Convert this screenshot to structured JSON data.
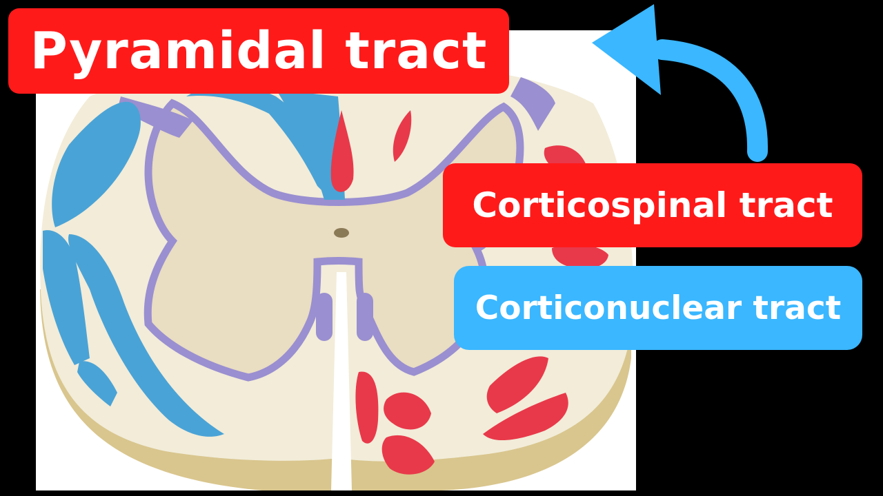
{
  "title": "Pyramidal tract",
  "labels": {
    "corticospinal": "Corticospinal tract",
    "corticonuclear": "Corticonuclear tract"
  },
  "colors": {
    "background": "#000000",
    "red_label": "#ff1a1a",
    "blue_label": "#3ab7ff",
    "arrow": "#3ab7ff",
    "descending_tract": "#4aa3d6",
    "ascending_tract": "#e8394a",
    "grey_matter_outline": "#9a8fd0",
    "white_matter": "#f1ead6",
    "grey_matter": "#e8dcc0",
    "cord_edge": "#d6c48e"
  },
  "diagram": {
    "subject": "spinal-cord-cross-section",
    "icons": [
      "curved-arrow-icon"
    ]
  }
}
